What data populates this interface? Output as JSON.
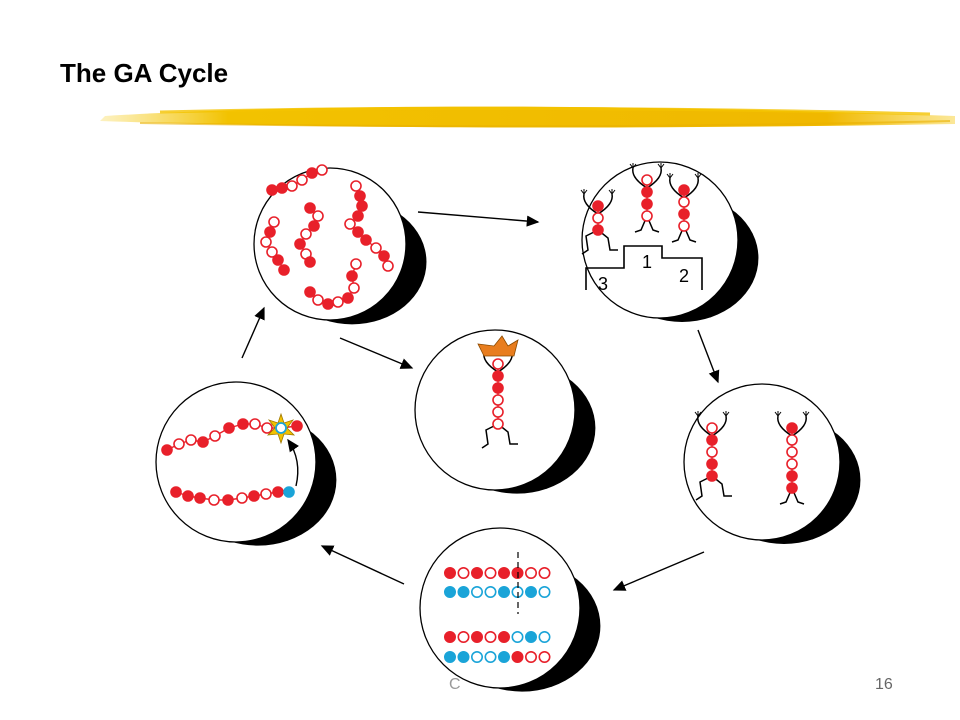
{
  "slide": {
    "title": "The GA Cycle",
    "page_number": "16",
    "footer_fragment": "C"
  },
  "diagram": {
    "podium_labels": [
      "1",
      "2",
      "3"
    ],
    "colors": {
      "red": "#e8202a",
      "blue": "#1aa4d8",
      "crown": "#e87d1e",
      "highlight": "#f2c200",
      "shadow": "#000000"
    },
    "stages": [
      {
        "id": "population",
        "icon": "random-chains-icon"
      },
      {
        "id": "selection",
        "icon": "podium-icon"
      },
      {
        "id": "parents",
        "icon": "two-figures-icon"
      },
      {
        "id": "crossover",
        "icon": "crossover-chains-icon"
      },
      {
        "id": "mutation",
        "icon": "mutation-chain-icon"
      },
      {
        "id": "best-individual",
        "icon": "crowned-figure-icon"
      }
    ]
  }
}
